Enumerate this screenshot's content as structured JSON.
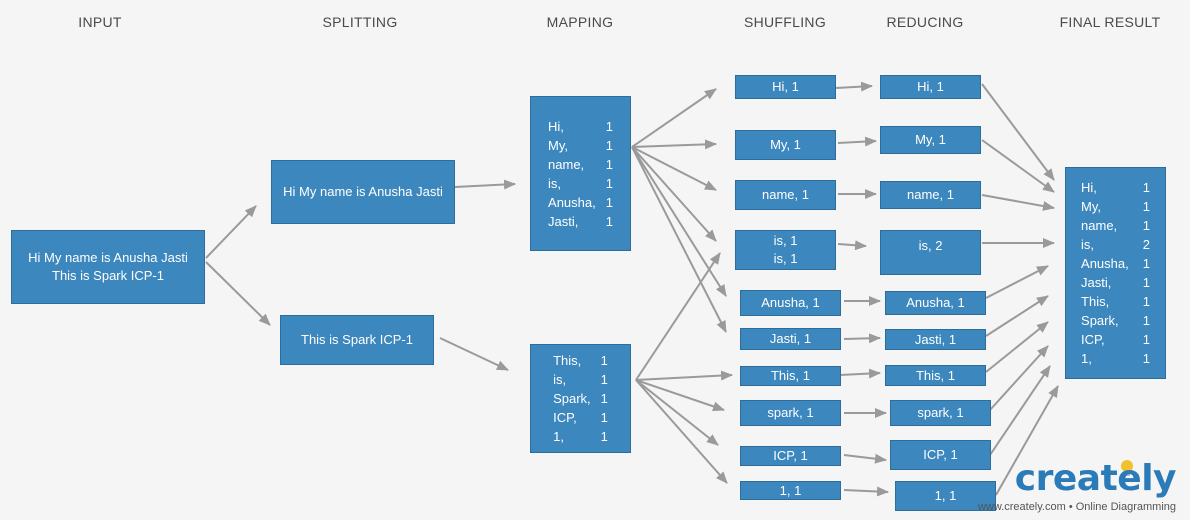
{
  "columns": {
    "input": "INPUT",
    "splitting": "SPLITTING",
    "mapping": "MAPPING",
    "shuffling": "SHUFFLING",
    "reducing": "REDUCING",
    "final": "FINAL RESULT"
  },
  "input_box": {
    "line1": "Hi My name is Anusha Jasti",
    "line2": "This is Spark ICP-1"
  },
  "splits": [
    "Hi My name is Anusha Jasti",
    "This is Spark ICP-1"
  ],
  "mapping": {
    "box1": [
      {
        "k": "Hi,",
        "v": "1"
      },
      {
        "k": "My,",
        "v": "1"
      },
      {
        "k": "name,",
        "v": "1"
      },
      {
        "k": "is,",
        "v": "1"
      },
      {
        "k": "Anusha,",
        "v": "1"
      },
      {
        "k": "Jasti,",
        "v": "1"
      }
    ],
    "box2": [
      {
        "k": "This,",
        "v": "1"
      },
      {
        "k": "is,",
        "v": "1"
      },
      {
        "k": "Spark,",
        "v": "1"
      },
      {
        "k": "ICP,",
        "v": "1"
      },
      {
        "k": "1,",
        "v": "1"
      }
    ]
  },
  "shuffling": [
    {
      "line1": "Hi, 1"
    },
    {
      "line1": "My, 1"
    },
    {
      "line1": "name, 1"
    },
    {
      "line1": "is, 1",
      "line2": "is, 1"
    },
    {
      "line1": "Anusha, 1"
    },
    {
      "line1": "Jasti, 1"
    },
    {
      "line1": "This, 1"
    },
    {
      "line1": "spark, 1"
    },
    {
      "line1": "ICP, 1"
    },
    {
      "line1": "1, 1"
    }
  ],
  "reducing": [
    "Hi, 1",
    "My, 1",
    "name, 1",
    "is, 2",
    "Anusha, 1",
    "Jasti, 1",
    "This, 1",
    "spark, 1",
    "ICP, 1",
    "1, 1"
  ],
  "final": [
    {
      "k": "Hi,",
      "v": "1"
    },
    {
      "k": "My,",
      "v": "1"
    },
    {
      "k": "name,",
      "v": "1"
    },
    {
      "k": "is,",
      "v": "2"
    },
    {
      "k": "Anusha,",
      "v": "1"
    },
    {
      "k": "Jasti,",
      "v": "1"
    },
    {
      "k": "This,",
      "v": "1"
    },
    {
      "k": "Spark,",
      "v": "1"
    },
    {
      "k": "ICP,",
      "v": "1"
    },
    {
      "k": "1,",
      "v": "1"
    }
  ],
  "brand": {
    "name": "creately",
    "tagline": "www.creately.com • Online Diagramming"
  },
  "colors": {
    "box": "#3c87bd",
    "arrow": "#9a9a9a",
    "brand": "#2b7bb9"
  }
}
